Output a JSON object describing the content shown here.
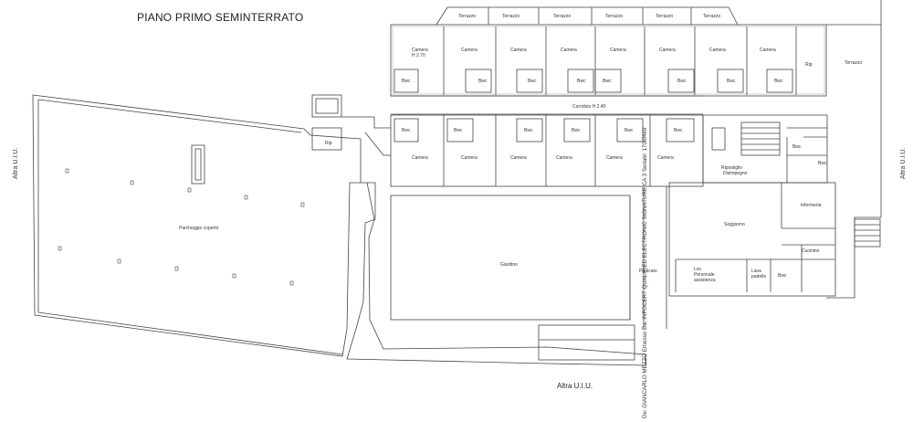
{
  "plan": {
    "title": "PIANO PRIMO SEMINTERRATO",
    "other_unit": "Altra U.I.U.",
    "other_unit_bottom": "Altra U.I.U.",
    "terraces": [
      "Terrazzo",
      "Terrazzo",
      "Terrazzo",
      "Terrazzo",
      "Terrazzo",
      "Terrazzo"
    ],
    "terrace_right": "Terrazzo",
    "top_rooms": [
      "Camera\nH 2.70",
      "Camera",
      "Camera",
      "Camera",
      "Camera",
      "Camera",
      "Camera",
      "Camera"
    ],
    "top_baths": [
      "Bwc",
      "Bwc",
      "Bwc",
      "Bwc",
      "Bwc",
      "Bwc",
      "Bwc",
      "Bwc"
    ],
    "rip_top": "Rip",
    "corridor": "Corridoio H 2.40",
    "rip_left": "Rip",
    "bottom_baths": [
      "Bwc",
      "Bwc",
      "Bwc",
      "Bwc",
      "Bwc",
      "Bwc"
    ],
    "bottom_rooms": [
      "Camera",
      "Camera",
      "Camera",
      "Camera",
      "Camera",
      "Camera"
    ],
    "bwc_right_a": "Bwc",
    "bwc_right_b": "Bwc",
    "ripostiglio": "Ripostiglio",
    "disimpegno": "Disimpegno",
    "infermeria": "Infermeria",
    "soggiorno": "Soggiorno",
    "cucinino": "Cucinino",
    "locale_personale": "Loc.\nPersonale\nassistenza",
    "lava_padelle": "Lava\npadelle",
    "bwc_small": "Bwc",
    "parcheggio": "Parcheggio coperto",
    "giardino": "Giardino",
    "porticato": "Porticato",
    "signature": "De: GIANCARLO MEZZO Emesso Da: INFOCERT QUALIFIED ELECTRONIC SIGNATURE CA 3 Serial#: 1706f4e9"
  }
}
